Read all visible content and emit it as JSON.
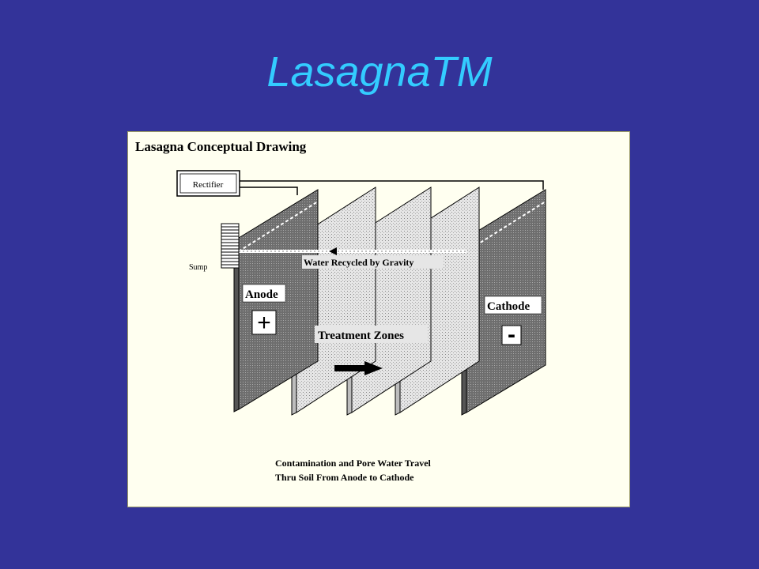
{
  "slide": {
    "title": "LasagnaTM"
  },
  "figure": {
    "title": "Lasagna Conceptual Drawing",
    "labels": {
      "rectifier": "Rectifier",
      "sump": "Sump",
      "water_recycled": "Water Recycled by Gravity",
      "anode": "Anode",
      "anode_sign": "+",
      "cathode": "Cathode",
      "cathode_sign": "-",
      "treatment_zones": "Treatment Zones"
    },
    "caption": {
      "line1": "Contamination and Pore Water Travel",
      "line2": "Thru Soil From Anode to Cathode"
    }
  },
  "colors": {
    "background": "#333399",
    "title": "#33ccff",
    "figure_background": "#fffff0",
    "electrode": "#6e6e6e",
    "treatment_zone": "#e0e0e0"
  }
}
